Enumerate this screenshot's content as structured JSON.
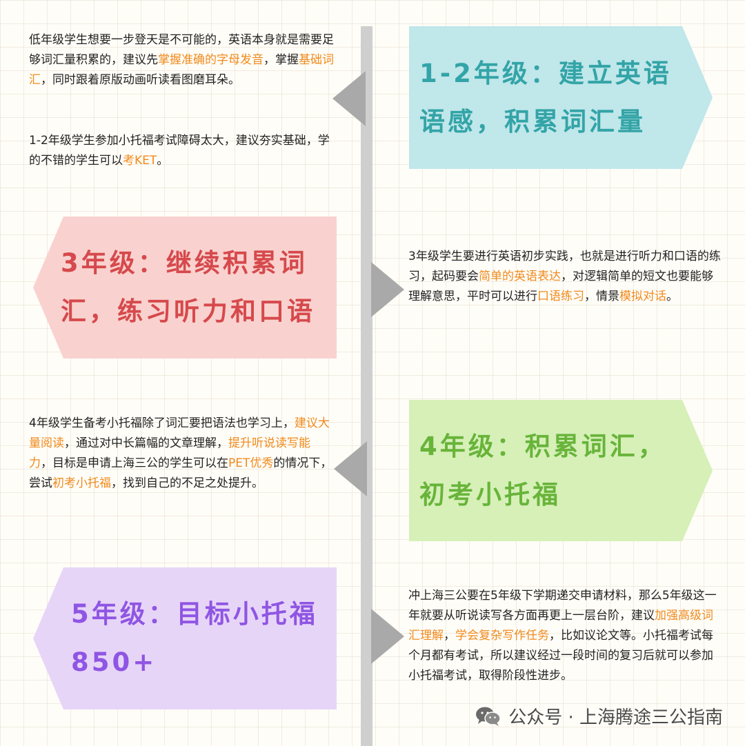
{
  "grade12": {
    "title_line1": "1-2年级：建立英语",
    "title_line2": "语感，积累词汇量",
    "p1": [
      {
        "t": "低年级学生想要一步登天是不可能的，英语本身就是需要足够词汇量积累的，建议先"
      },
      {
        "t": "掌握准确的字母发音",
        "hl": true
      },
      {
        "t": "，掌握"
      },
      {
        "t": "基础词汇",
        "hl": true
      },
      {
        "t": "，同时跟着原版动画听读看图磨耳朵。"
      }
    ],
    "p2": [
      {
        "t": "1-2年级学生参加小托福考试障碍太大，建议夯实基础，学的不错的学生可以"
      },
      {
        "t": "考KET",
        "hl": true
      },
      {
        "t": "。"
      }
    ]
  },
  "grade3": {
    "title_line1": "3年级：继续积累词",
    "title_line2": "汇，练习听力和口语",
    "p": [
      {
        "t": "3年级学生要进行英语初步实践，也就是进行听力和口语的练习，起码要会"
      },
      {
        "t": "简单的英语表达",
        "hl": true
      },
      {
        "t": "，对逻辑简单的短文也要能够理解意思，平时可以进行"
      },
      {
        "t": "口语练习",
        "hl": true
      },
      {
        "t": "，情景"
      },
      {
        "t": "模拟对话",
        "hl": true
      },
      {
        "t": "。"
      }
    ]
  },
  "grade4": {
    "title_line1": "4年级：积累词汇，",
    "title_line2": "初考小托福",
    "p": [
      {
        "t": "4年级学生备考小托福除了词汇要把语法也学习上，"
      },
      {
        "t": "建议大量阅读",
        "hl": true
      },
      {
        "t": "，通过对中长篇幅的文章理解，"
      },
      {
        "t": "提升听说读写能力",
        "hl": true
      },
      {
        "t": "，目标是申请上海三公的学生可以在"
      },
      {
        "t": "PET优秀",
        "hl": true
      },
      {
        "t": "的情况下，尝试"
      },
      {
        "t": "初考小托福",
        "hl": true
      },
      {
        "t": "，找到自己的不足之处提升。"
      }
    ]
  },
  "grade5": {
    "title_line1": "5年级：目标小托福",
    "title_line2": "850+",
    "p": [
      {
        "t": "冲上海三公要在5年级下学期递交申请材料，那么5年级这一年就要从听说读写各方面再更上一层台阶，建议"
      },
      {
        "t": "加强高级词汇理解",
        "hl": true
      },
      {
        "t": "，"
      },
      {
        "t": "学会复杂写作任务",
        "hl": true
      },
      {
        "t": "，比如议论文等。小托福考试每个月都有考试，所以建议经过一段时间的复习后就可以参加小托福考试，取得阶段性进步。"
      }
    ]
  },
  "footer": {
    "icon": "wechat-icon",
    "text": "公众号 · 上海腾途三公指南"
  },
  "colors": {
    "highlight": "#f08a1c",
    "grade12": "#33a4a7",
    "grade3": "#d6494c",
    "grade4": "#68b43a",
    "grade5": "#8f55e3"
  }
}
